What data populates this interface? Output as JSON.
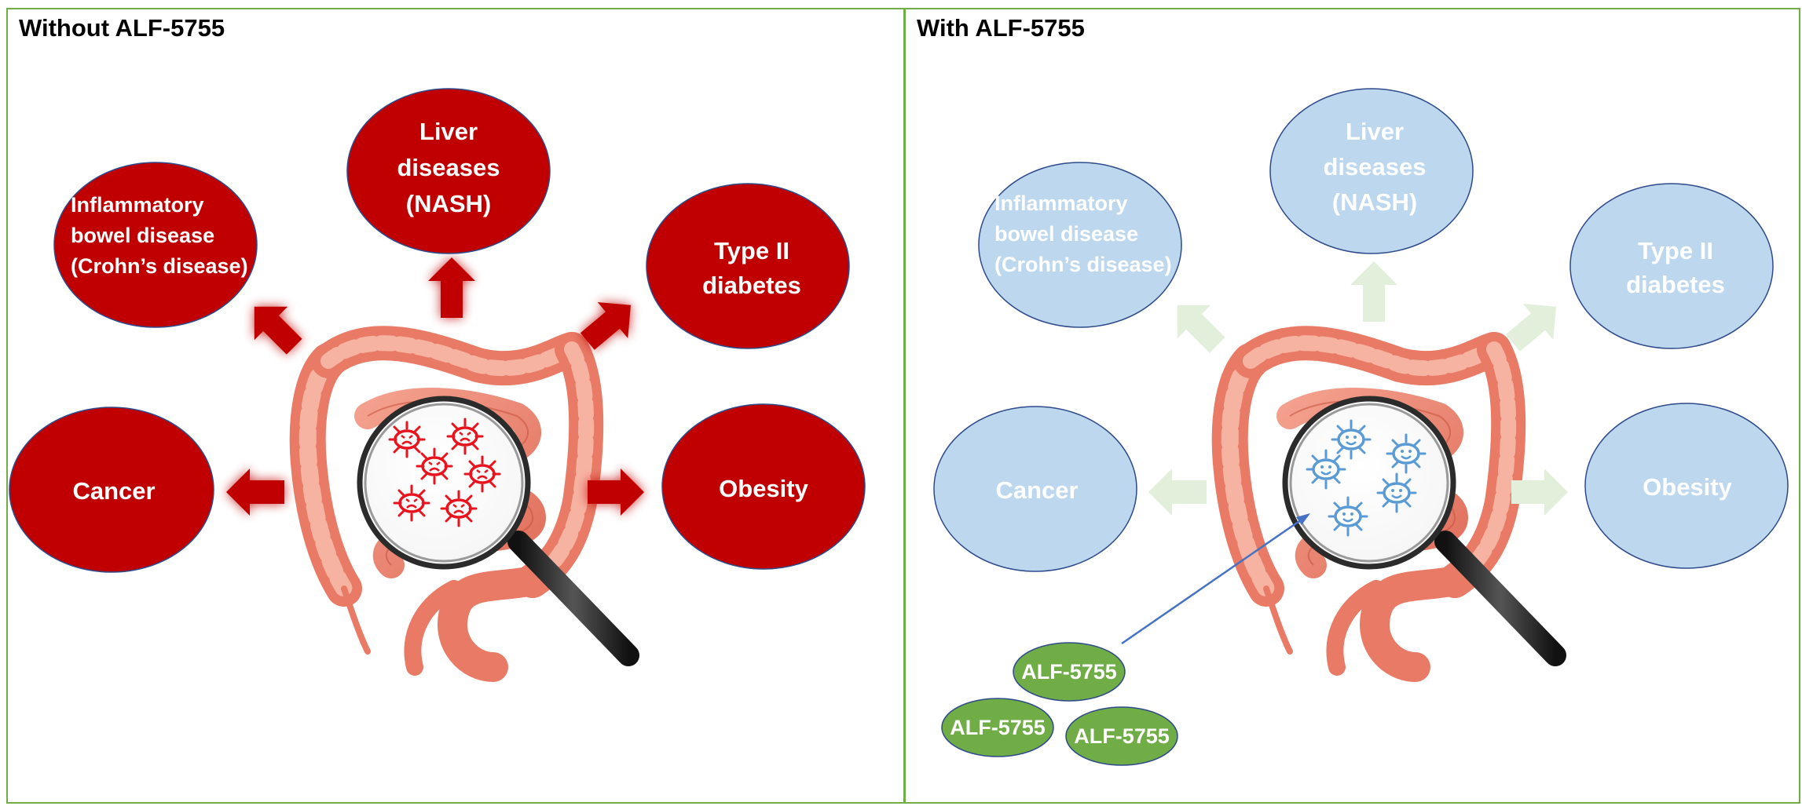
{
  "panels": {
    "left": {
      "title": "Without ALF-5755",
      "ellipse_color": "#c00000",
      "arrow_color": "#c00000",
      "microbe_color": "#e8131c",
      "microbe_state": "sad"
    },
    "right": {
      "title": "With ALF-5755",
      "ellipse_color": "#bdd7ee",
      "arrow_color": "#e2efda",
      "microbe_color": "#5b9bd5",
      "microbe_state": "happy"
    }
  },
  "diseases": {
    "ibd": [
      "Inflammatory",
      "bowel disease",
      "(Crohn’s disease)"
    ],
    "liver": [
      "Liver",
      "diseases",
      "(NASH)"
    ],
    "diabetes": [
      "Type II",
      "diabetes"
    ],
    "cancer": [
      "Cancer"
    ],
    "obesity": [
      "Obesity"
    ]
  },
  "treatment": {
    "label": "ALF-5755",
    "pill_color": "#70ad47",
    "pointer_color": "#4472c4"
  }
}
